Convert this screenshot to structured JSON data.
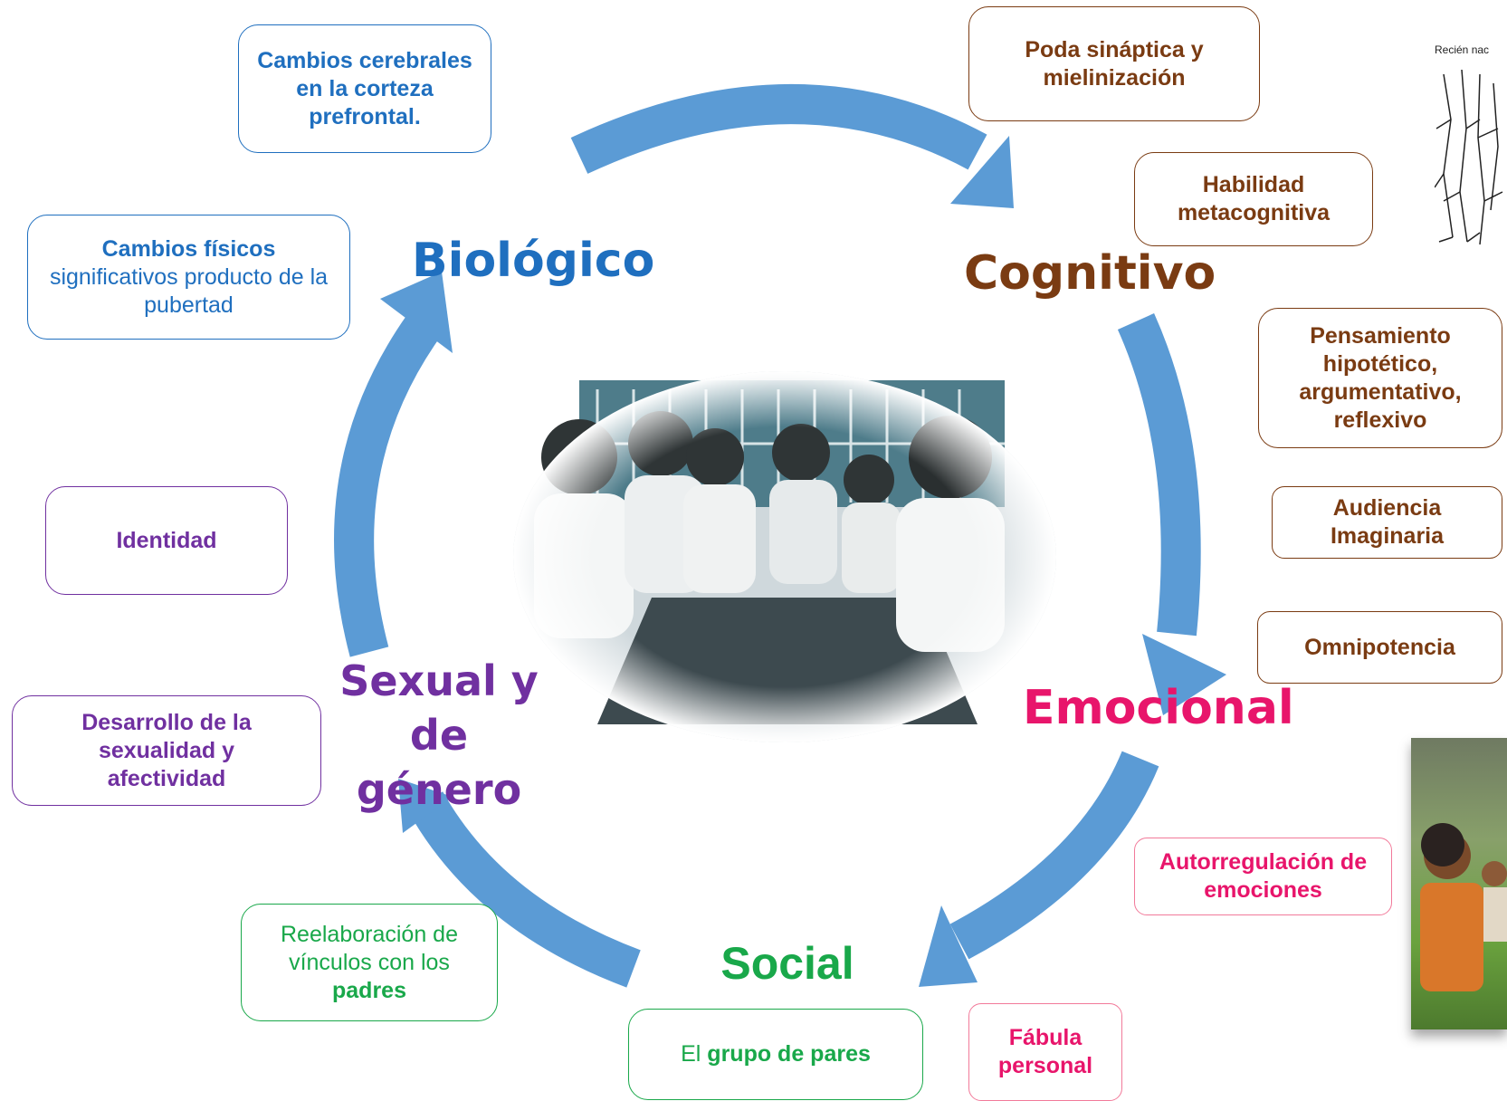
{
  "categories": {
    "biologico": "Biológico",
    "cognitivo": "Cognitivo",
    "emocional": "Emocional",
    "social": "Social",
    "sexual_line1": "Sexual y",
    "sexual_line2": "de género"
  },
  "boxes": {
    "cerebrales": "Cambios cerebrales en la corteza prefrontal.",
    "fisicos_bold": "Cambios físicos",
    "fisicos_rest": "significativos producto de la pubertad",
    "poda": "Poda sináptica y mielinización",
    "habilidad": "Habilidad metacognitiva",
    "pensamiento": "Pensamiento hipotético, argumentativo, reflexivo",
    "audiencia": "Audiencia Imaginaria",
    "omnipotencia": "Omnipotencia",
    "identidad": "Identidad",
    "sexualidad": "Desarrollo de la sexualidad y afectividad",
    "autorregulacion": "Autorregulación de emociones",
    "fabula": "Fábula personal",
    "vinculos_rest": "Reelaboración de vínculos con los",
    "vinculos_bold": "padres",
    "pares_rest": "El",
    "pares_bold": "grupo de pares"
  },
  "neuron_caption": "Recién nac",
  "colors": {
    "biologico": "#1f6fbf",
    "cognitivo": "#7a3b12",
    "emocional": "#e8156b",
    "social": "#19a84a",
    "sexual": "#7030a0",
    "arrow": "#5b9bd5"
  }
}
